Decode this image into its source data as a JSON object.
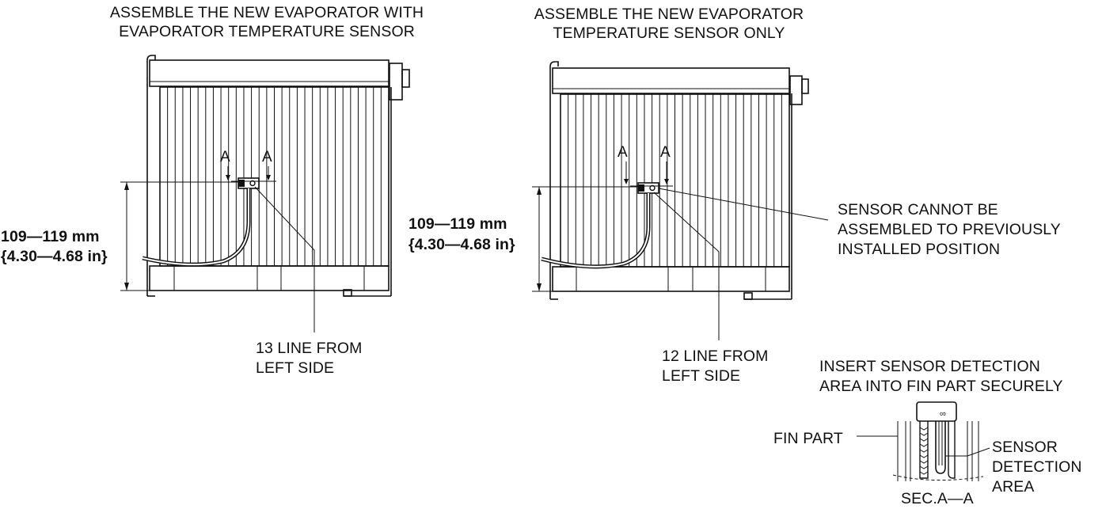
{
  "left": {
    "title_line1": "ASSEMBLE THE NEW EVAPORATOR WITH",
    "title_line2": "EVAPORATOR TEMPERATURE SENSOR",
    "dim_line1": "109—119 mm",
    "dim_line2": "{4.30—4.68 in}",
    "fin_note_line1": "13 LINE FROM",
    "fin_note_line2": "LEFT SIDE",
    "section_mark": "A"
  },
  "right": {
    "title_line1": "ASSEMBLE THE NEW EVAPORATOR",
    "title_line2": "TEMPERATURE SENSOR ONLY",
    "dim_line1": "109—119 mm",
    "dim_line2": "{4.30—4.68 in}",
    "fin_note_line1": "12 LINE FROM",
    "fin_note_line2": "LEFT SIDE",
    "section_mark": "A",
    "warning_line1": "SENSOR CANNOT BE",
    "warning_line2": "ASSEMBLED TO PREVIOUSLY",
    "warning_line3": "INSTALLED POSITION"
  },
  "detail": {
    "title_line1": "INSERT SENSOR DETECTION",
    "title_line2": "AREA INTO FIN PART SECURELY",
    "fin_part_label": "FIN PART",
    "sensor_label_line1": "SENSOR",
    "sensor_label_line2": "DETECTION",
    "sensor_label_line3": "AREA",
    "section_label": "SEC.A—A"
  }
}
